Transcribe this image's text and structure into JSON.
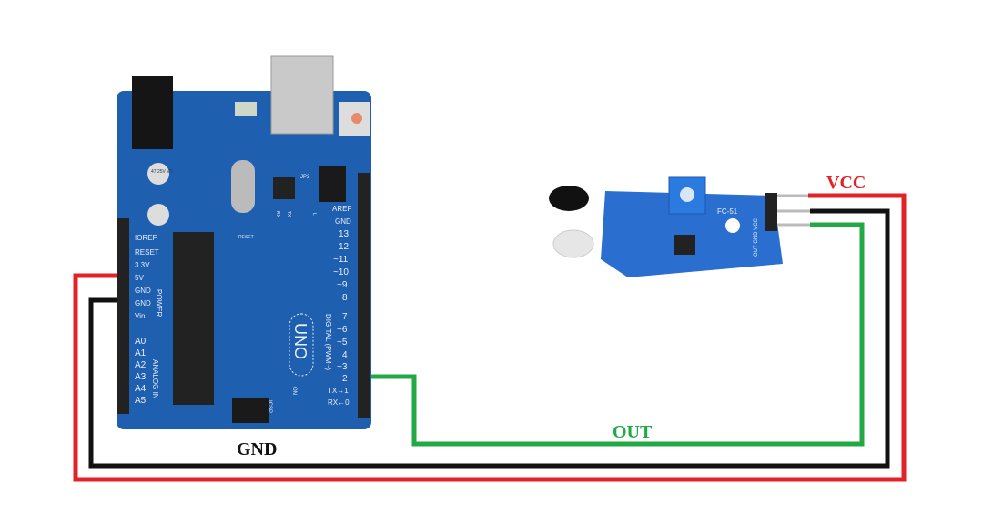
{
  "labels": {
    "vcc": "VCC",
    "gnd": "GND",
    "out": "OUT"
  },
  "board": {
    "name": "UNO",
    "power_pins": [
      "IOREF",
      "RESET",
      "3.3V",
      "5V",
      "GND",
      "GND",
      "Vin"
    ],
    "power_header": "POWER",
    "analog_pins": [
      "A0",
      "A1",
      "A2",
      "A3",
      "A4",
      "A5"
    ],
    "analog_header": "ANALOG IN",
    "digital_pins": [
      "AREF",
      "GND",
      "13",
      "12",
      "~11",
      "~10",
      "~9",
      "8",
      "7",
      "~6",
      "~5",
      "4",
      "~3",
      "2",
      "TX→1",
      "RX←0"
    ],
    "digital_header": "DIGITAL (PWM~)",
    "capacitor_text": "47 25V VT",
    "misc": {
      "icsp": "ICSP",
      "jp2": "JP2",
      "on": "ON",
      "reset": "RESET",
      "tx": "TX",
      "rx": "RX",
      "l": "L"
    }
  },
  "sensor": {
    "model": "FC-51",
    "pins": "OUT GND VCC"
  },
  "colors": {
    "vcc_wire": "#e32227",
    "gnd_wire": "#111111",
    "out_wire": "#22a845",
    "board": "#1f5fb0",
    "sensor_board": "#2a6fd0"
  }
}
